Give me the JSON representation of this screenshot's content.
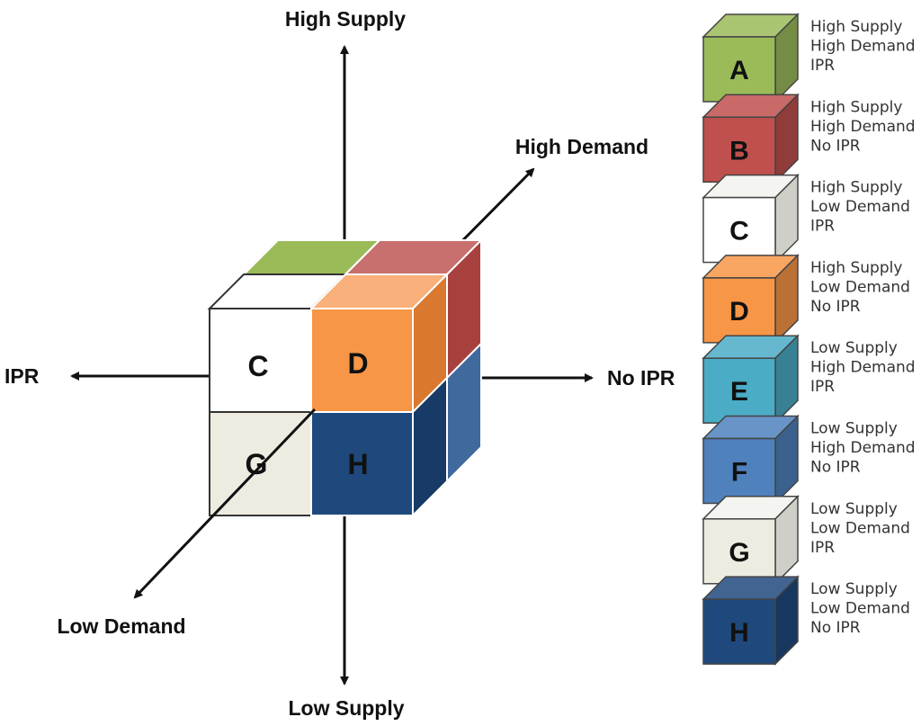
{
  "axes": {
    "high_supply": "High Supply",
    "low_supply": "Low Supply",
    "high_demand": "High Demand",
    "low_demand": "Low Demand",
    "ipr": "IPR",
    "no_ipr": "No IPR"
  },
  "cube_front_letters": {
    "c": "C",
    "d": "D",
    "g": "G",
    "h": "H"
  },
  "legend": [
    {
      "letter": "A",
      "line1": "High Supply",
      "line2": "High Demand",
      "line3": "IPR",
      "color": "#9bbb59"
    },
    {
      "letter": "B",
      "line1": "High Supply",
      "line2": "High Demand",
      "line3": "No IPR",
      "color": "#c0504d"
    },
    {
      "letter": "C",
      "line1": "High Supply",
      "line2": "Low Demand",
      "line3": "IPR",
      "color": "#ffffff"
    },
    {
      "letter": "D",
      "line1": "High Supply",
      "line2": "Low Demand",
      "line3": "No IPR",
      "color": "#f79646"
    },
    {
      "letter": "E",
      "line1": "Low Supply",
      "line2": "High Demand",
      "line3": "IPR",
      "color": "#4bacc6"
    },
    {
      "letter": "F",
      "line1": "Low Supply",
      "line2": "High Demand",
      "line3": "No IPR",
      "color": "#4f81bd"
    },
    {
      "letter": "G",
      "line1": "Low Supply",
      "line2": "Low Demand",
      "line3": "IPR",
      "color": "#eeece1"
    },
    {
      "letter": "H",
      "line1": "Low Supply",
      "line2": "Low Demand",
      "line3": "No IPR",
      "color": "#1f497d"
    }
  ]
}
